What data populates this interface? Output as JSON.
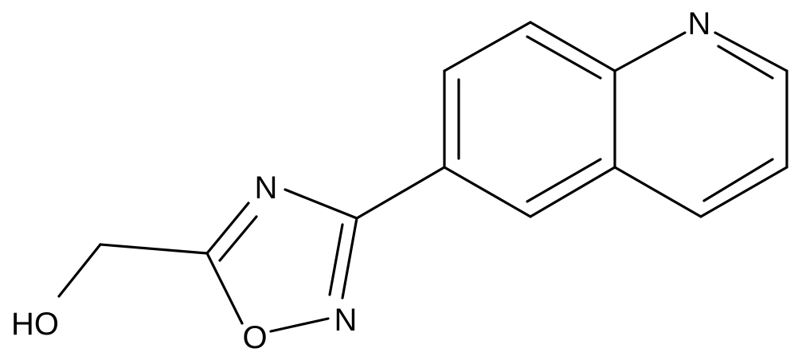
{
  "molecule": {
    "atoms": {
      "N_quinoline": "N",
      "N_oxadiazole_top": "N",
      "N_oxadiazole_bottom": "N",
      "O_ring": "O",
      "OH": "HO"
    }
  },
  "colors": {
    "bond": "#000000",
    "background": "#ffffff"
  }
}
